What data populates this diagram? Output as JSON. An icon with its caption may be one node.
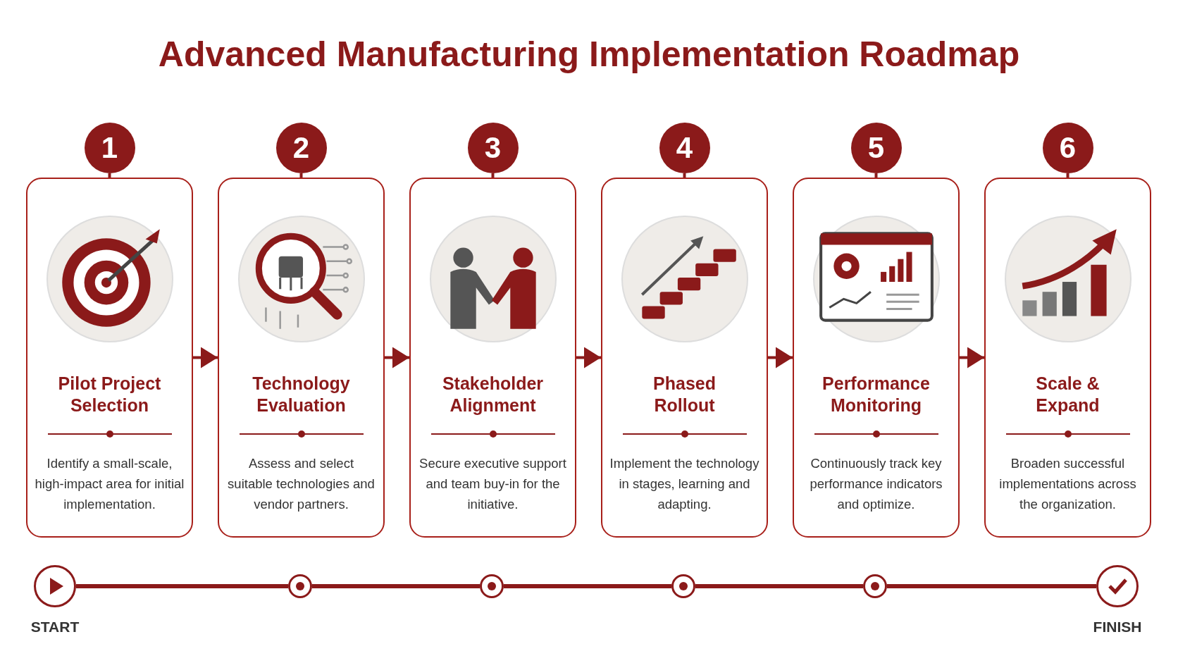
{
  "diagram": {
    "title": "Advanced Manufacturing Implementation Roadmap",
    "nodes": [
      {
        "text": [
          "1"
        ]
      },
      {
        "text": [
          "Pilot Project Selection",
          "Identify a small-scale, high-impact area for initial implementation."
        ]
      },
      {
        "text": [
          "2"
        ]
      },
      {
        "text": [
          "Technology Evaluation",
          "Assess and select suitable technologies and vendor partners."
        ]
      },
      {
        "text": [
          "3"
        ]
      },
      {
        "text": [
          "Stakeholder Alignment",
          "Secure executive support and team buy-in for the initiative."
        ]
      },
      {
        "text": [
          "4"
        ]
      },
      {
        "text": [
          "Phased Rollout",
          "Implement the technology in stages, learning and adapting."
        ]
      },
      {
        "text": [
          "5"
        ]
      },
      {
        "text": [
          "Performance Monitoring",
          "Continuously track key performance indicators and optimize."
        ]
      },
      {
        "text": [
          "6"
        ]
      },
      {
        "text": [
          "Scale & Expand",
          "Broaden successful implementations across the organization."
        ]
      },
      {
        "text": [],
        "shape": "circle",
        "beside": [
          "START"
        ]
      },
      {
        "text": [],
        "shape": "circle"
      },
      {
        "text": [],
        "shape": "circle"
      },
      {
        "text": [],
        "shape": "circle"
      },
      {
        "text": [],
        "shape": "circle"
      },
      {
        "text": [],
        "shape": "circle",
        "beside": [
          "FINISH"
        ]
      }
    ],
    "edges": [
      {
        "from": 0,
        "to": 1,
        "arrow": "none"
      },
      {
        "from": 2,
        "to": 3,
        "arrow": "none"
      },
      {
        "from": 4,
        "to": 5,
        "arrow": "none"
      },
      {
        "from": 6,
        "to": 7,
        "arrow": "none"
      },
      {
        "from": 8,
        "to": 9,
        "arrow": "none"
      },
      {
        "from": 10,
        "to": 11,
        "arrow": "none"
      },
      {
        "from": 1,
        "to": 3,
        "arrow": "to"
      },
      {
        "from": 3,
        "to": 5,
        "arrow": "to"
      },
      {
        "from": 5,
        "to": 7,
        "arrow": "to"
      },
      {
        "from": 7,
        "to": 9,
        "arrow": "to"
      },
      {
        "from": 9,
        "to": 11,
        "arrow": "to"
      },
      {
        "from": 12,
        "to": 13,
        "arrow": "none"
      },
      {
        "from": 13,
        "to": 14,
        "arrow": "none"
      },
      {
        "from": 14,
        "to": 15,
        "arrow": "none"
      },
      {
        "from": 15,
        "to": 16,
        "arrow": "none"
      },
      {
        "from": 16,
        "to": 17,
        "arrow": "none"
      }
    ]
  }
}
